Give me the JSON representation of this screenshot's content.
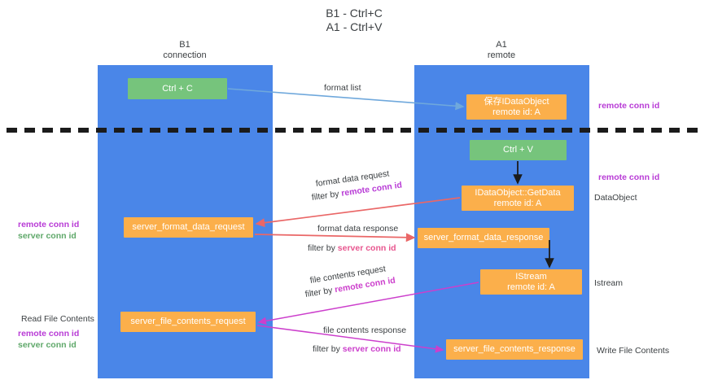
{
  "diagram": {
    "title_line1": "B1 - Ctrl+C",
    "title_line2": "A1 - Ctrl+V",
    "columns": [
      {
        "name": "B1",
        "sub": "connection"
      },
      {
        "name": "A1",
        "sub": "remote"
      }
    ],
    "nodes": {
      "ctrl_c": "Ctrl + C",
      "ctrl_v": "Ctrl + V",
      "store_idataobject_l1": "保存IDataObject",
      "store_idataobject_l2": "remote id: A",
      "getdata_l1": "IDataObject::GetData",
      "getdata_l2": "remote id: A",
      "istream_l1": "IStream",
      "istream_l2": "remote id: A",
      "server_format_data_request": "server_format_data_request",
      "server_format_data_response": "server_format_data_response",
      "server_file_contents_request": "server_file_contents_request",
      "server_file_contents_response": "server_file_contents_response"
    },
    "edges": {
      "format_list": "format list",
      "format_data_request": "format data request",
      "format_data_request_filter_prefix": "filter by ",
      "format_data_request_filter_key": "remote conn id",
      "format_data_response": "format data response",
      "format_data_response_filter_prefix": "filter by ",
      "format_data_response_filter_key": "server conn id",
      "file_contents_request": "file contents request",
      "file_contents_request_filter_prefix": "filter by ",
      "file_contents_request_filter_key": "remote conn id",
      "file_contents_response": "file contents response",
      "file_contents_response_filter_prefix": "filter by ",
      "file_contents_response_filter_key": "server conn id"
    },
    "annotations": {
      "right_remote_conn_id_top": "remote conn id",
      "right_remote_conn_id_mid": "remote conn id",
      "right_dataobject": "DataObject",
      "right_istream": "Istream",
      "right_write_file_contents": "Write File Contents",
      "left_read_file_contents": "Read File Contents",
      "left_remote_conn_id": "remote conn id",
      "left_server_conn_id": "server conn id",
      "left_remote_conn_id_2": "remote conn id",
      "left_server_conn_id_2": "server conn id"
    },
    "colors": {
      "lane": "#4a86e8",
      "green_node": "#76c47c",
      "orange_node": "#fbaf4b",
      "purple_key": "#b83bd6",
      "green_key": "#5fa86a",
      "red_arrow": "#ea6767",
      "magenta_arrow": "#cc3fcc",
      "blue_arrow": "#6fa8dc",
      "divider": "#1b1b1b"
    }
  }
}
